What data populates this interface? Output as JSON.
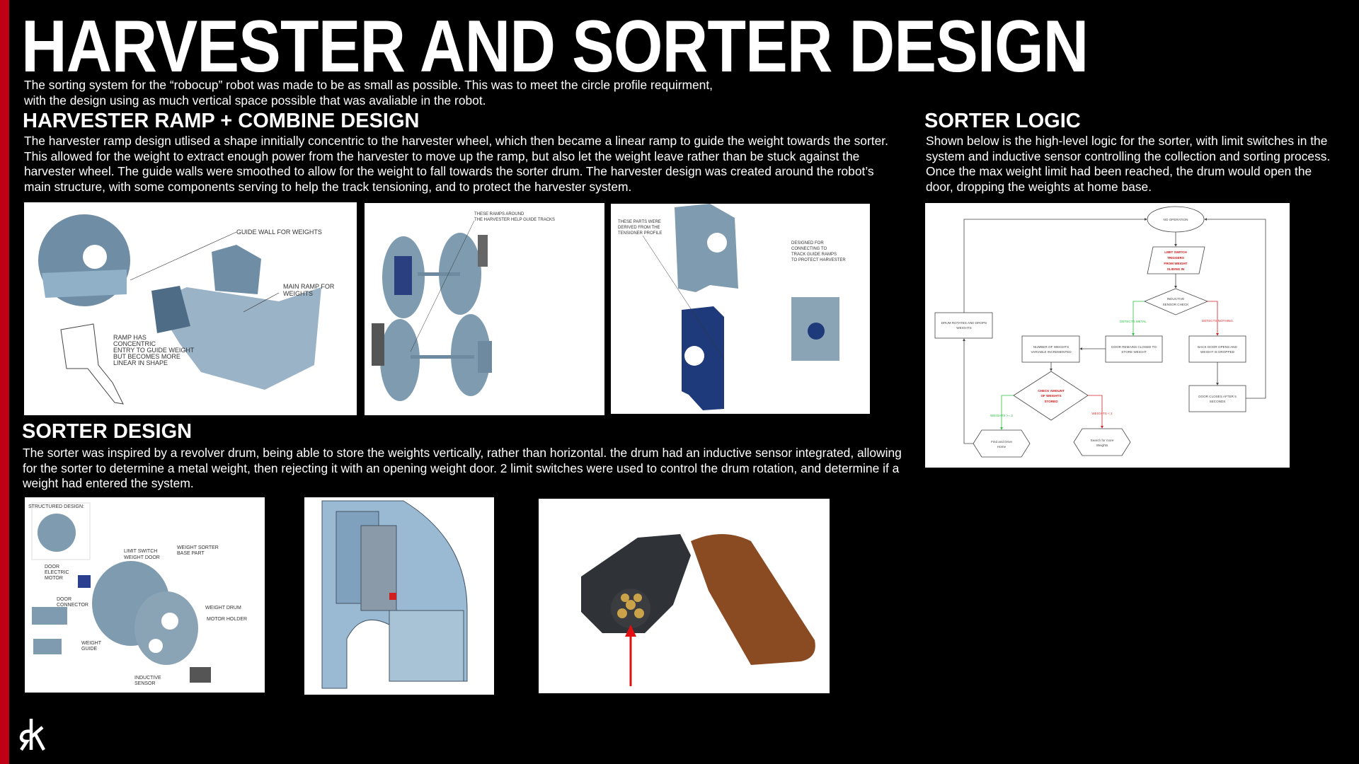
{
  "title": "HARVESTER AND SORTER DESIGN",
  "intro": [
    "The sorting system for the “robocup” robot was made to be as small as possible. This was to meet the circle profile requirment,",
    "with the design using as much vertical space possible that was avaliable in the robot."
  ],
  "harvester": {
    "heading": "HARVESTER RAMP + COMBINE DESIGN",
    "body": "The harvester ramp design utlised a shape innitially concentric to the harvester wheel, which then became a linear ramp to guide the weight towards the sorter. This allowed for the weight to extract enough power from the harvester to move up the ramp, but also let the weight leave rather than be stuck against the harvester wheel. The guide walls were smoothed to allow for the weight to fall towards the sorter drum. The harvester design was created around the robot’s main structure, with some components serving to help the track tensioning, and to protect the harvester system.",
    "img1": {
      "a1": "GUIDE WALL FOR WEIGHTS",
      "a2": "MAIN RAMP FOR",
      "a3": "WEIGHTS",
      "a4": [
        "RAMP HAS",
        "CONCENTRIC",
        "ENTRY TO GUIDE WEIGHT",
        "BUT BECOMES MORE",
        "LINEAR IN SHAPE"
      ]
    },
    "img2": {
      "a1": "THESE RAMPS AROUND",
      "a2": "THE HARVESTER HELP GUIDE TRACKS"
    },
    "img3": {
      "a1": "THESE PARTS WERE",
      "a2": "DERIVED FROM THE",
      "a3": "TENSIONER PROFILE",
      "b": [
        "DESIGNED FOR",
        "CONNECTING TO",
        "TRACK GUIDE RAMPS",
        "TO PROTECT HARVESTER"
      ]
    }
  },
  "sorter": {
    "heading": "SORTER DESIGN",
    "body": "The sorter was inspired by a revolver drum, being able to store the weights vertically, rather than horizontal. the drum had an inductive sensor integrated, allowing for the sorter to determine a metal weight, then rejecting it with an opening weight door. 2 limit switches were used to control the drum rotation, and determine if a weight had entered the system.",
    "img4": {
      "structured": "STRUCTURED DESIGN:",
      "limit": "LIMIT SWITCH",
      "door": "WEIGHT DOOR",
      "base1": "WEIGHT SORTER",
      "base2": "BASE PART",
      "motor": [
        "DOOR",
        "ELECTRIC",
        "MOTOR"
      ],
      "conn": [
        "DOOR",
        "CONNECTOR"
      ],
      "drum": "WEIGHT DRUM",
      "holder": "MOTOR HOLDER",
      "guide": [
        "WEIGHT",
        "GUIDE"
      ],
      "sensor": [
        "INDUCTIVE",
        "SENSOR"
      ]
    }
  },
  "logic": {
    "heading": "SORTER LOGIC",
    "body": "Shown below is the high-level logic for the sorter, with limit switches in the system and inductive sensor controlling the collection and sorting process. Once the max weight limit had been reached, the drum would open the door, dropping the weights at home base.",
    "flow": {
      "noop": "NO OPERATION",
      "limit": [
        "LIMIT SWITCH",
        "TRIGGERS",
        "FROM WEIGHT",
        "SLIDING IN"
      ],
      "inductive": [
        "INDUCTIVE",
        "SENSOR CHECK"
      ],
      "metal": "DETECTS METAL",
      "nothing": "DETECTS NOTHING",
      "closed": [
        "DOOR REMAINS CLOSED TO",
        "STORE WEIGHT"
      ],
      "number": [
        "NUMBER OF WEIGHTS",
        "VARIABLE INCREMENTED"
      ],
      "backdoor": [
        "BACK DOOR OPENS AND",
        "WEIGHT IS DROPPED"
      ],
      "closes": [
        "DOOR CLOSES AFTER 5",
        "SECONDS"
      ],
      "drum": [
        "DRUM ROTATES AND DROPS",
        "WEIGHTS"
      ],
      "check": [
        "CHECK AMOUNT",
        "OF WEIGHTS",
        "STORED"
      ],
      "ge2": "WEIGHTS >= 2",
      "lt2": "WEIGHTS < 2",
      "home": [
        "Find and Drive",
        "Home"
      ],
      "search": [
        "Search for more",
        "Weights"
      ]
    }
  },
  "logo": "rk",
  "colors": {
    "accent": "#c00014",
    "part": "#7e9bb0",
    "partDark": "#1f3a7a"
  }
}
